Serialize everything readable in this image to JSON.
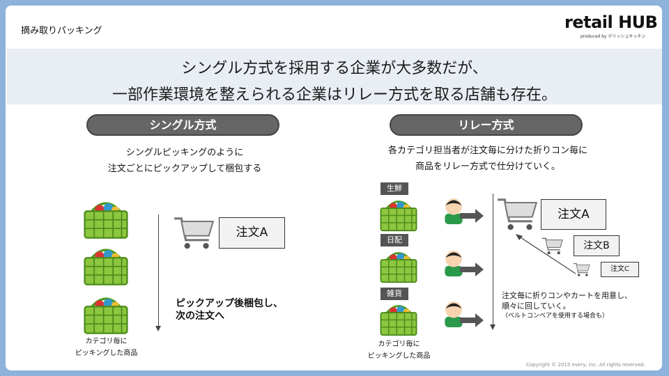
{
  "header": {
    "title": "摘み取りパッキング",
    "logo": "retail HUB",
    "logo_sub": "produced by デリッシュキッチン"
  },
  "headline": [
    "シングル方式を採用する企業が大多数だが、",
    "一部作業環境を整えられる企業はリレー方式を取る店舗も存在。"
  ],
  "single": {
    "pill": "シングル方式",
    "desc": [
      "シングルピッキングのように",
      "注文ごとにピックアップして梱包する"
    ],
    "order": "注文A",
    "note": [
      "ピックアップ後梱包し、",
      "次の注文へ"
    ],
    "caption": [
      "カテゴリ毎に",
      "ピッキングした商品"
    ]
  },
  "relay": {
    "pill": "リレー方式",
    "desc": [
      "各カテゴリ担当者が注文毎に分けた折りコン毎に",
      "商品をリレー方式で仕分けていく。"
    ],
    "categories": [
      "生鮮",
      "日配",
      "雑貨"
    ],
    "orders": [
      "注文A",
      "注文B",
      "注文C"
    ],
    "note": [
      "注文毎に折りコンやカートを用意し、",
      "順々に回していく。",
      "（ベルトコンベアを使用する場合も）"
    ],
    "caption": [
      "カテゴリ毎に",
      "ピッキングした商品"
    ]
  },
  "footer": {
    "copyright": "Copyright © 2015 every, Inc. All rights reserved."
  }
}
